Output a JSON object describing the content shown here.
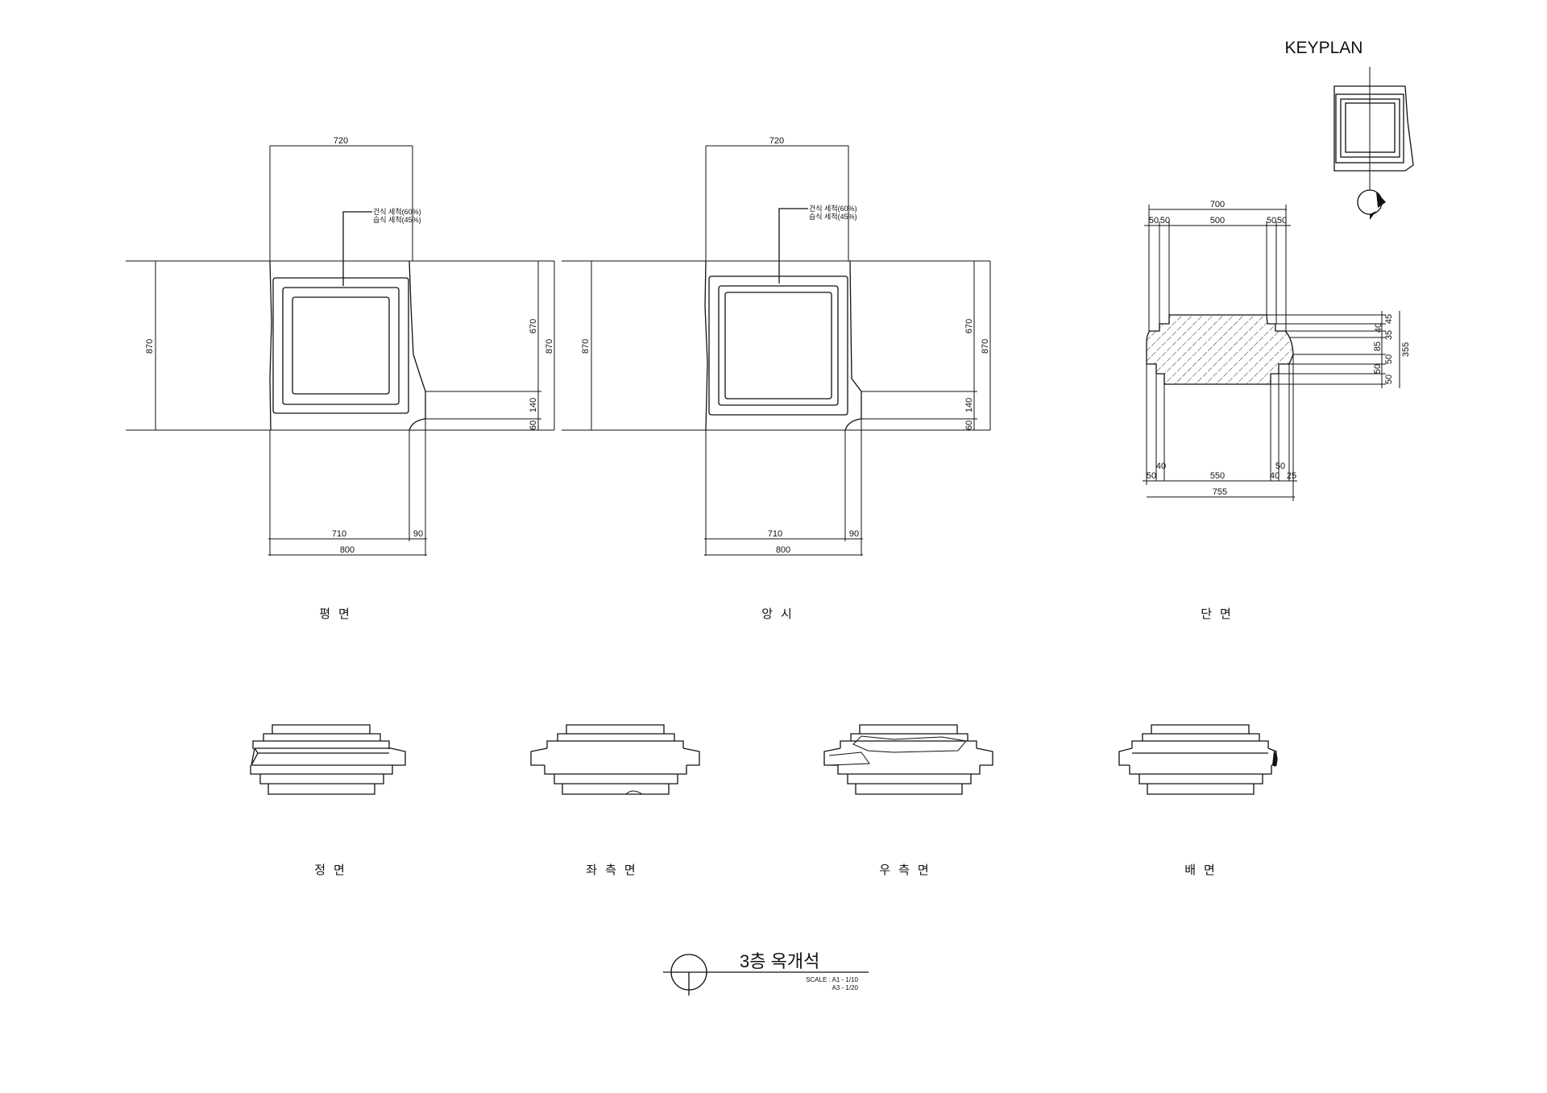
{
  "keyplan_title": "KEYPLAN",
  "plan": {
    "label": "평면",
    "dims": {
      "top": "720",
      "left": "870",
      "right_670": "670",
      "right_870": "870",
      "right_140": "140",
      "right_60": "60",
      "bottom_710": "710",
      "bottom_90": "90",
      "bottom_800": "800"
    },
    "notes": [
      "건식 세척(60%)",
      "습식 세척(45%)"
    ]
  },
  "reflected": {
    "label": "앙시",
    "dims": {
      "top": "720",
      "left": "870",
      "right_670": "670",
      "right_870": "870",
      "right_140": "140",
      "right_60": "60",
      "bottom_710": "710",
      "bottom_90": "90",
      "bottom_800": "800"
    },
    "notes": [
      "건식 세척(60%)",
      "습식 세척(45%)"
    ]
  },
  "section": {
    "label": "단면",
    "top": [
      "700",
      "50",
      "50",
      "500",
      "50",
      "50"
    ],
    "right": [
      "45",
      "40",
      "35",
      "85",
      "50",
      "50",
      "50",
      "355"
    ],
    "bottom": [
      "50",
      "40",
      "550",
      "40",
      "50",
      "25",
      "755"
    ]
  },
  "elevations": [
    "정면",
    "좌측면",
    "우측면",
    "배면"
  ],
  "title": {
    "name": "3층 옥개석",
    "scale_a1": "SCALE : A1 - 1/10",
    "scale_a3": "A3 - 1/20"
  }
}
